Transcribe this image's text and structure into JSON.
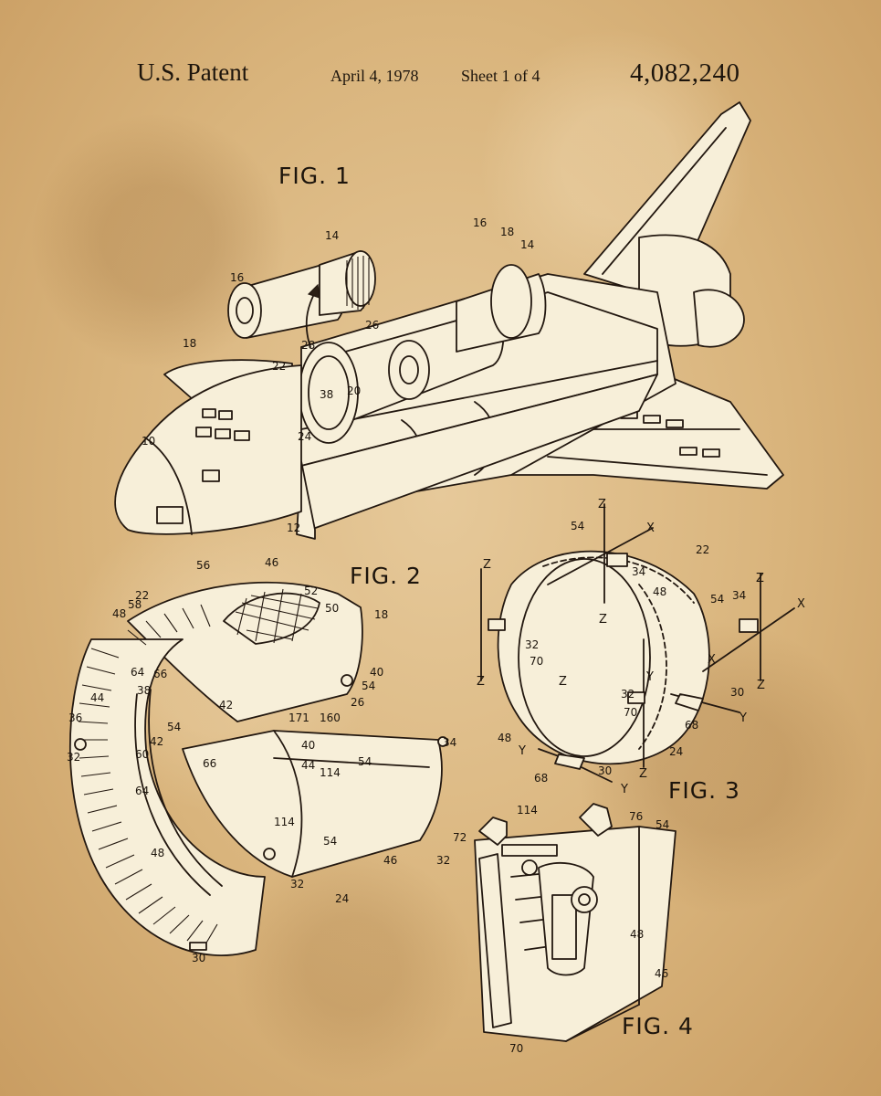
{
  "header": {
    "title": "U.S. Patent",
    "date": "April 4, 1978",
    "sheet": "Sheet 1 of 4",
    "patent_number": "4,082,240"
  },
  "figures": {
    "fig1": "FIG. 1",
    "fig2": "FIG. 2",
    "fig3": "FIG. 3",
    "fig4": "FIG. 4"
  },
  "fig1_refs": [
    "14",
    "16",
    "18",
    "16",
    "18",
    "14",
    "26",
    "28",
    "22",
    "38",
    "20",
    "24",
    "10",
    "12"
  ],
  "fig2_refs": [
    "56",
    "46",
    "22",
    "58",
    "48",
    "52",
    "50",
    "18",
    "64",
    "66",
    "40",
    "54",
    "26",
    "38",
    "42",
    "44",
    "36",
    "54",
    "160",
    "171",
    "40",
    "44",
    "32",
    "60",
    "42",
    "66",
    "34",
    "54",
    "114",
    "64",
    "114",
    "54",
    "48",
    "46",
    "32",
    "24",
    "30"
  ],
  "fig3_refs": [
    "Z",
    "54",
    "X",
    "22",
    "34",
    "Z",
    "48",
    "Z",
    "Z",
    "54",
    "34",
    "X",
    "X",
    "32",
    "70",
    "Z",
    "Y",
    "32",
    "70",
    "30",
    "Y",
    "68",
    "Z",
    "Z",
    "48",
    "24",
    "Y",
    "68",
    "30",
    "Y",
    "Z"
  ],
  "fig4_refs": [
    "114",
    "76",
    "54",
    "72",
    "32",
    "48",
    "46",
    "70"
  ],
  "colors": {
    "paper": "#d9b47c",
    "ink": "#231810",
    "drawing_fill": "#f7efd9"
  }
}
